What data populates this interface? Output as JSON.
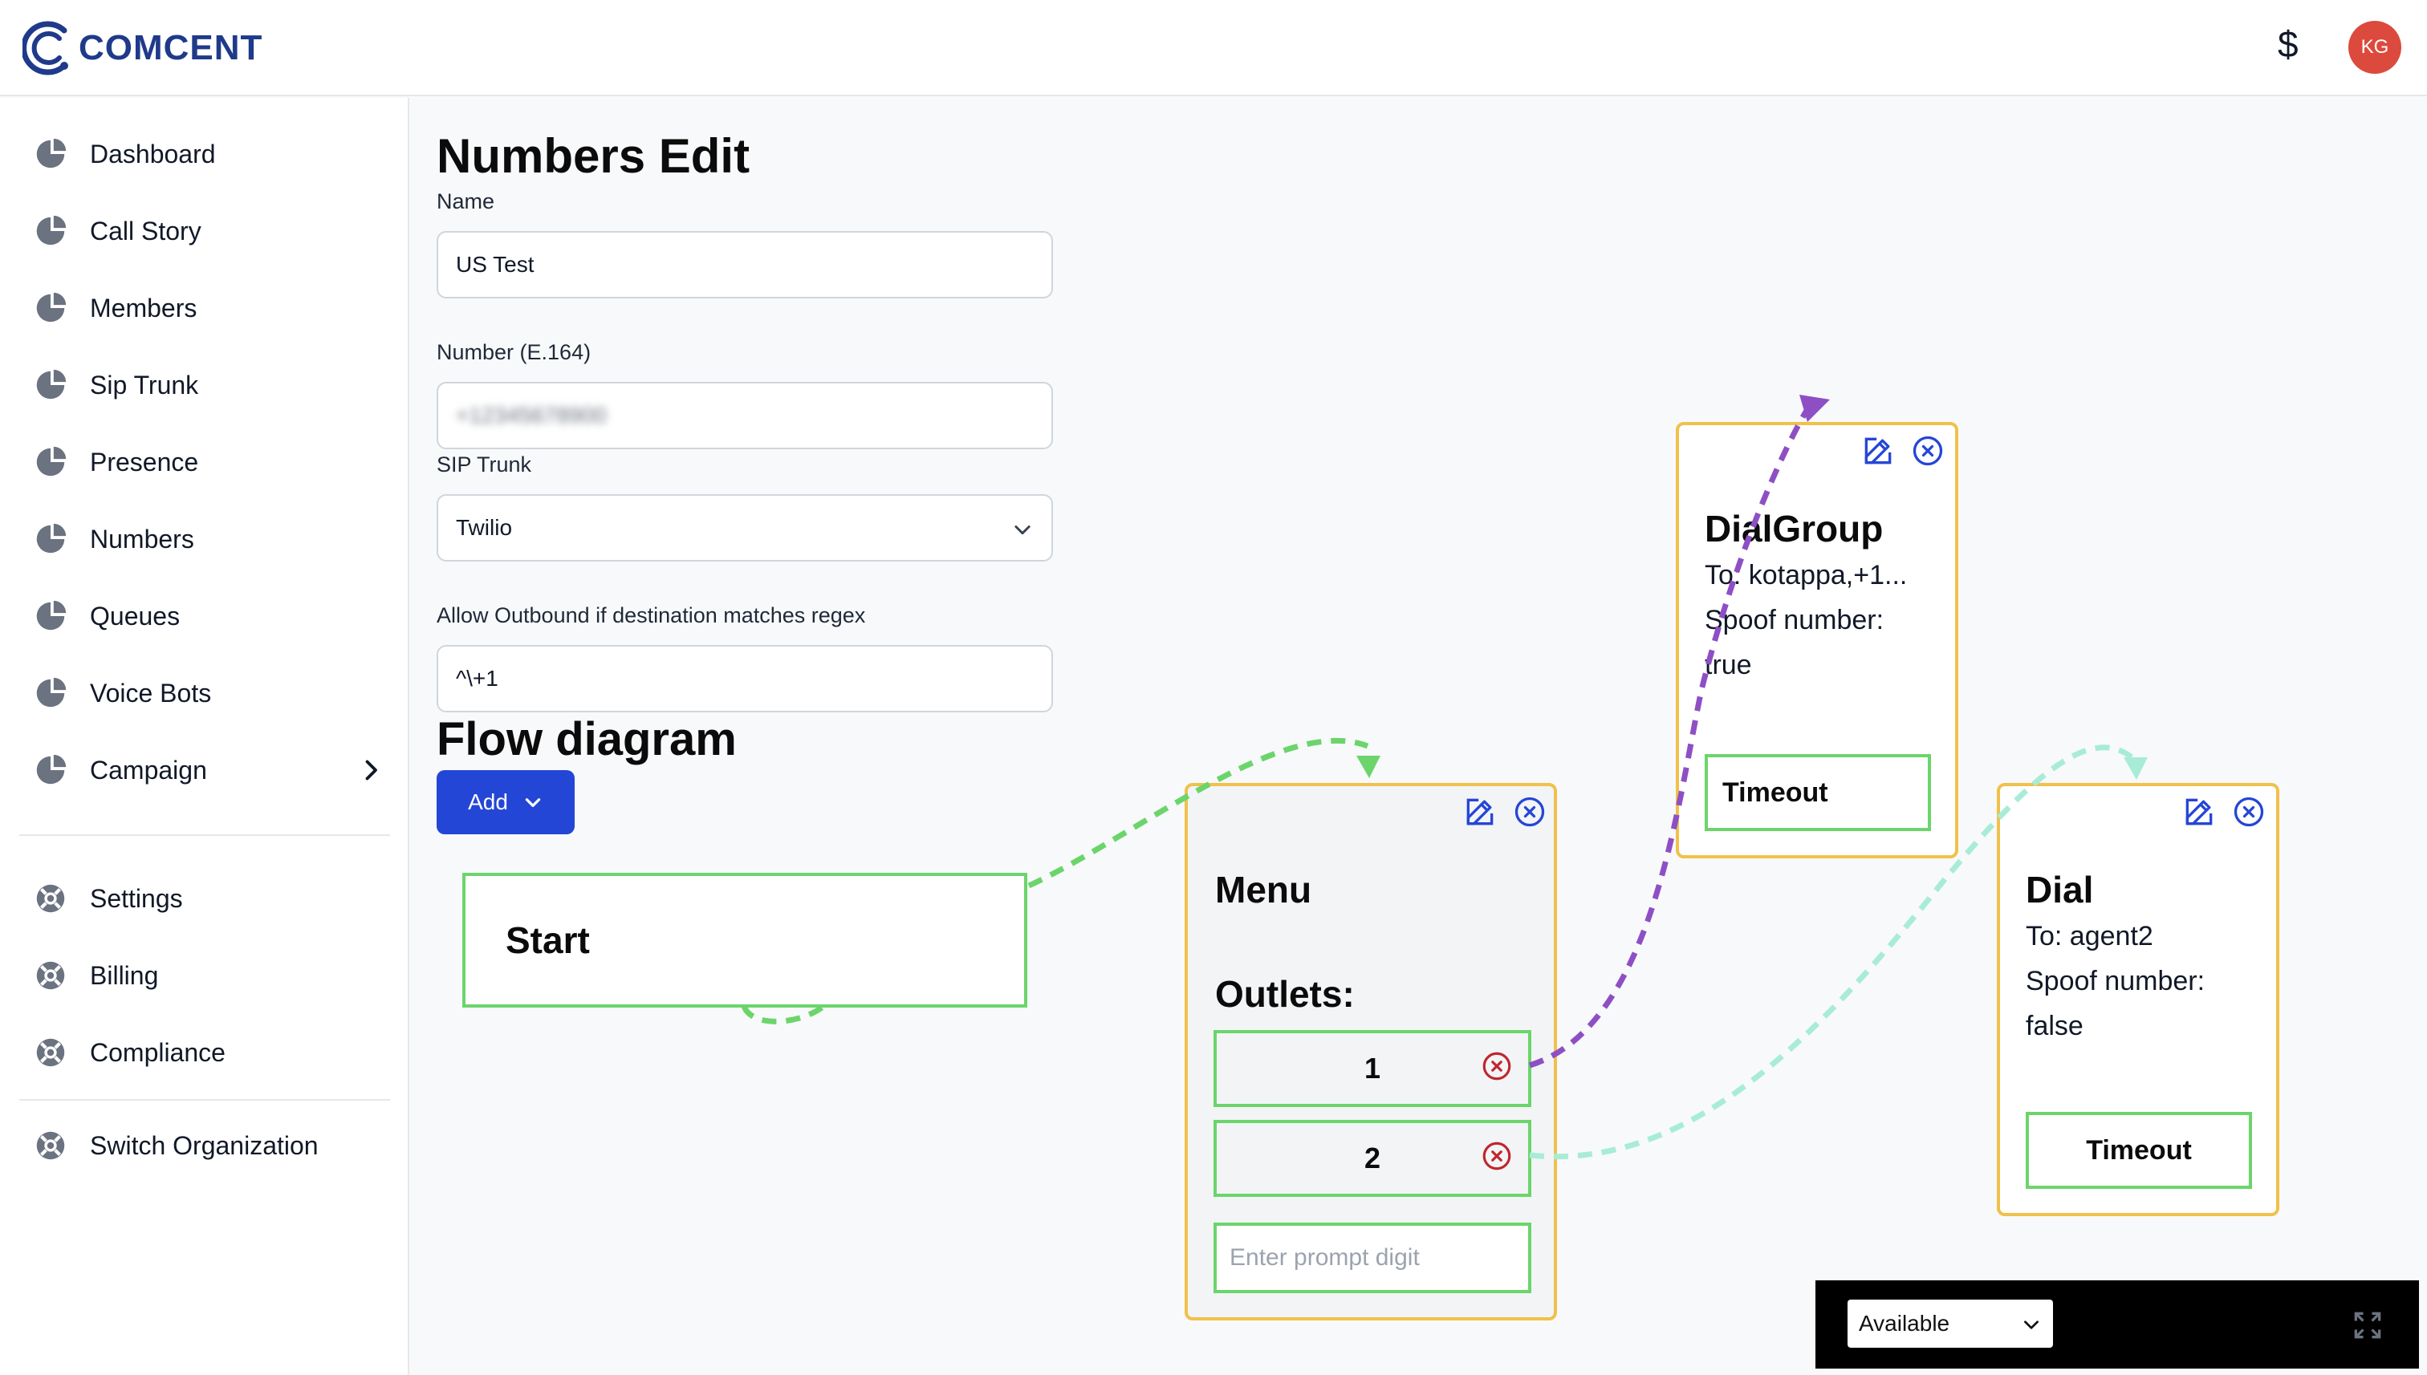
{
  "brand": {
    "name": "COMCENT",
    "color": "#1f3a8a"
  },
  "header": {
    "currency_symbol": "$",
    "avatar_initials": "KG",
    "avatar_color": "#dc4a3d"
  },
  "sidebar": {
    "items": [
      {
        "label": "Dashboard",
        "icon": "pie-chart-icon"
      },
      {
        "label": "Call Story",
        "icon": "pie-chart-icon"
      },
      {
        "label": "Members",
        "icon": "pie-chart-icon"
      },
      {
        "label": "Sip Trunk",
        "icon": "pie-chart-icon"
      },
      {
        "label": "Presence",
        "icon": "pie-chart-icon"
      },
      {
        "label": "Numbers",
        "icon": "pie-chart-icon"
      },
      {
        "label": "Queues",
        "icon": "pie-chart-icon"
      },
      {
        "label": "Voice Bots",
        "icon": "pie-chart-icon"
      },
      {
        "label": "Campaign",
        "icon": "pie-chart-icon",
        "expandable": true
      }
    ],
    "secondary": [
      {
        "label": "Settings",
        "icon": "lifebuoy-icon"
      },
      {
        "label": "Billing",
        "icon": "lifebuoy-icon"
      },
      {
        "label": "Compliance",
        "icon": "lifebuoy-icon"
      }
    ],
    "tertiary": [
      {
        "label": "Switch Organization",
        "icon": "lifebuoy-icon"
      }
    ]
  },
  "form": {
    "title": "Numbers Edit",
    "name_label": "Name",
    "name_value": "US Test",
    "number_label": "Number (E.164)",
    "number_value": "+12345678900",
    "sip_label": "SIP Trunk",
    "sip_value": "Twilio",
    "regex_label": "Allow Outbound if destination matches regex",
    "regex_value": "^\\+1"
  },
  "flow": {
    "title": "Flow diagram",
    "add_label": "Add",
    "start": {
      "label": "Start"
    },
    "menu": {
      "title": "Menu",
      "outlets_label": "Outlets:",
      "outlets": [
        "1",
        "2"
      ],
      "prompt_placeholder": "Enter prompt digit"
    },
    "dialgroup": {
      "title": "DialGroup",
      "to": "To: kotappa,+1...",
      "spoof_label": "Spoof number:",
      "spoof_value": "true",
      "timeout": "Timeout"
    },
    "dial": {
      "title": "Dial",
      "to": "To: agent2",
      "spoof_label": "Spoof number:",
      "spoof_value": "false",
      "timeout": "Timeout"
    },
    "colors": {
      "node_border": "#f0c14b",
      "outlet_border": "#6bd56b",
      "edge_start": "#6bd56b",
      "edge_outlet1": "#8e4fc4",
      "edge_outlet2": "#a8ecd8"
    }
  },
  "status": {
    "availability": "Available"
  }
}
